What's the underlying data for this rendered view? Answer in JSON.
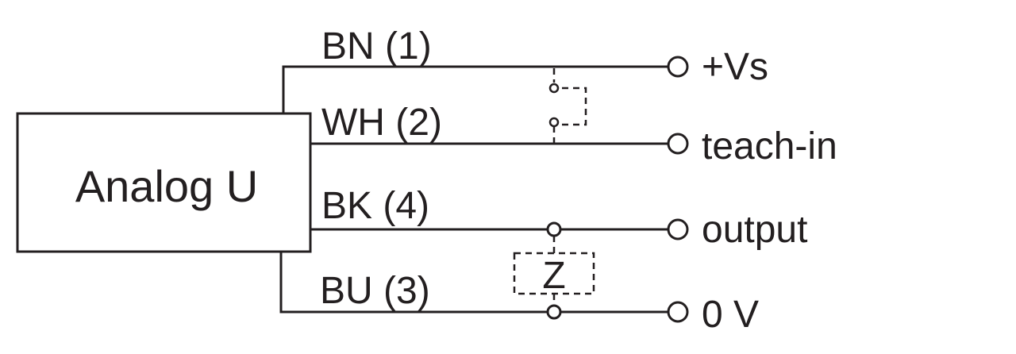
{
  "device": {
    "label": "Analog U"
  },
  "wires": [
    {
      "code": "BN (1)",
      "terminal": "+Vs"
    },
    {
      "code": "WH (2)",
      "terminal": "teach-in"
    },
    {
      "code": "BK (4)",
      "terminal": "output"
    },
    {
      "code": "BU (3)",
      "terminal": "0 V"
    }
  ],
  "load": {
    "label": "Z"
  },
  "colors": {
    "line": "#231f20",
    "background": "#ffffff"
  }
}
